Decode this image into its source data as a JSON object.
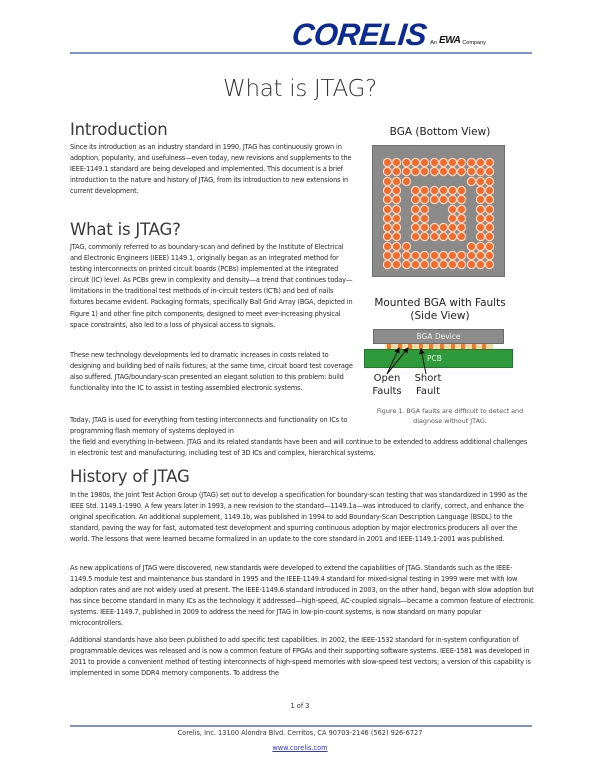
{
  "header": {
    "logo_text": "CORELIS",
    "logo_sub_prefix": "An",
    "logo_sub_brand": "EWA",
    "logo_sub_suffix": "Company",
    "rule_color": "#7f92cf",
    "logo_color": "#0b2a94"
  },
  "title": "What is JTAG?",
  "sections": {
    "introduction": {
      "heading": "Introduction",
      "paragraphs": [
        "Since its introduction as an industry standard in 1990, JTAG has continuously grown in adoption, popularity, and usefulness—even today, new revisions and supplements to the IEEE-1149.1 standard are being developed and implemented. This document is a brief introduction to the nature and history of JTAG, from its introduction to new extensions in current development."
      ]
    },
    "what_is_jtag": {
      "heading": "What is JTAG?",
      "paragraphs": [
        "JTAG, commonly referred to as boundary-scan and defined by the Institute of Electrical and Electronic Engineers (IEEE) 1149.1, originally began as an integrated method for testing interconnects on printed circuit boards (PCBs) implemented at the integrated circuit (IC) level. As PCBs grew in complexity and density—a trend that continues today—limitations in the traditional test methods of in-circuit testers (ICTs) and bed of nails fixtures became evident. Packaging formats, specifically Ball Grid Array (BGA, depicted in Figure 1) and other fine pitch components, designed to meet ever-increasing physical space constraints, also led to a loss of physical access to signals.",
        "These new technology developments led to dramatic increases in costs related to designing and building bed of nails fixtures; at the same time, circuit board test coverage also suffered. JTAG/boundary-scan presented an elegant solution to this problem: build functionality into the IC to assist in testing assembled electronic systems.",
        "Today, JTAG is used for everything from testing interconnects and functionality on ICs to programming flash memory of systems deployed in",
        "the field and everything in-between. JTAG and its related standards have been and will continue to be extended to address additional challenges in electronic test and manufacturing, including test of 3D ICs and complex, hierarchical systems."
      ]
    },
    "history": {
      "heading": "History of JTAG",
      "paragraphs": [
        "In the 1980s, the Joint Test Action Group (JTAG) set out to develop a specification for boundary-scan testing that was standardized in 1990 as the IEEE Std. 1149.1-1990. A few years later in 1993, a new revision to the standard—1149.1a—was introduced to clarify, correct, and enhance the original specification. An additional supplement, 1149.1b, was published in 1994 to add Boundary-Scan Description Language (BSDL) to the standard, paving the way for fast, automated test development and spurring continuous adoption by major electronics producers all over the world. The lessons that were learned became formalized in an update to the core standard in 2001 and IEEE-1149.1-2001 was published.",
        "As new applications of JTAG were discovered, new standards were developed to extend the capabilities of JTAG. Standards such as the IEEE-1149.5 module test and maintenance bus standard in 1995 and the IEEE-1149.4 standard for mixed-signal testing in 1999 were met with low adoption rates and are not widely used at present. The IEEE-1149.6 standard introduced in 2003, on the other hand, began with slow adoption but has since become standard in many ICs as the technology it addressed—high-speed, AC-coupled signals—became a common feature of electronic systems. IEEE-1149.7, published in 2009 to address the need for JTAG in low-pin-count systems, is now standard on many popular microcontrollers.",
        "Additional standards have also been published to add specific test capabilities. In 2002, the IEEE-1532 standard for in-system configuration of programmable devices was released and is now a common feature of FPGAs and their supporting software systems. IEEE-1581 was developed in 2011 to provide a convenient method of testing interconnects of high-speed memories with slow-speed test vectors; a version of this capability is implemented in some DDR4 memory components. To address the"
      ]
    }
  },
  "figure": {
    "bottom_view_title": "BGA (Bottom View)",
    "side_view_title_line1": "Mounted BGA with Faults",
    "side_view_title_line2": "(Side View)",
    "device_label": "BGA Device",
    "pcb_label": "PCB",
    "open_faults_label_line1": "Open",
    "open_faults_label_line2": "Faults",
    "short_fault_label_line1": "Short",
    "short_fault_label_line2": "Fault",
    "caption_line1": "Figure 1. BGA faults are difficult to detect and",
    "caption_line2": "diagnose without JTAG.",
    "ball_rows": [
      "111111111111",
      "111111111111",
      "111000000111",
      "110111111011",
      "110111111011",
      "110110011011",
      "110110011011",
      "110111111011",
      "110111111011",
      "111000000111",
      "111111111111",
      "111111111111"
    ],
    "colors": {
      "package": "#8a8a8a",
      "ball": "#f26b2b",
      "pcb": "#2f9a3b"
    }
  },
  "footer": {
    "page_number": "1 of 3",
    "address": "Corelis, Inc.  13100 Alondra Blvd. Cerritos, CA 90703-2146 (562) 926-6727",
    "website": "www.corelis.com"
  }
}
